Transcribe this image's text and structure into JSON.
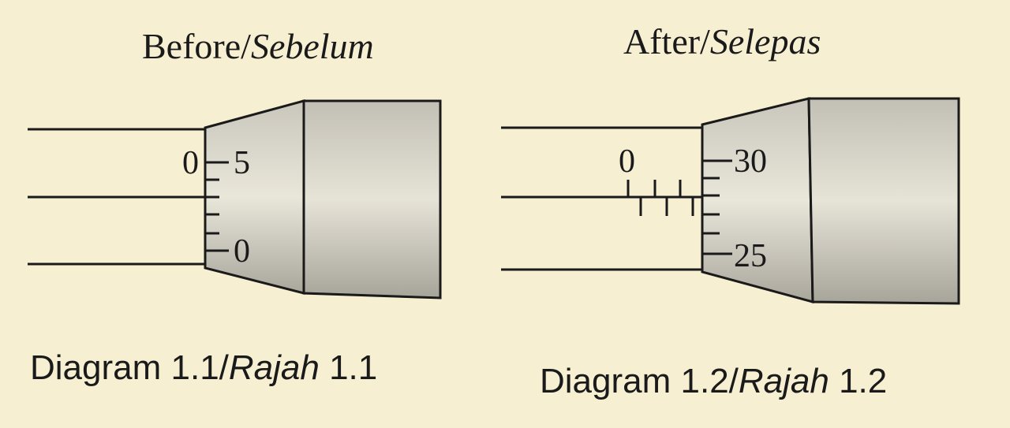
{
  "diagram_1": {
    "heading": {
      "main": "Before/",
      "italic": "Sebelum"
    },
    "caption": {
      "main": "Diagram 1.1/",
      "italic": "Rajah",
      "suffix": " 1.1"
    },
    "sleeve_label": "0",
    "thimble_labels": {
      "upper": "5",
      "lower": "0"
    }
  },
  "diagram_2": {
    "heading": {
      "main": "After/",
      "italic": "Selepas"
    },
    "caption": {
      "main": "Diagram 1.2/",
      "italic": "Rajah",
      "suffix": " 1.2"
    },
    "sleeve_label": "0",
    "thimble_labels": {
      "upper": "30",
      "lower": "25"
    }
  },
  "colors": {
    "background": "#f6efd2",
    "ink": "#1a1a1a",
    "thimble_shade": "#bdbdbd"
  }
}
